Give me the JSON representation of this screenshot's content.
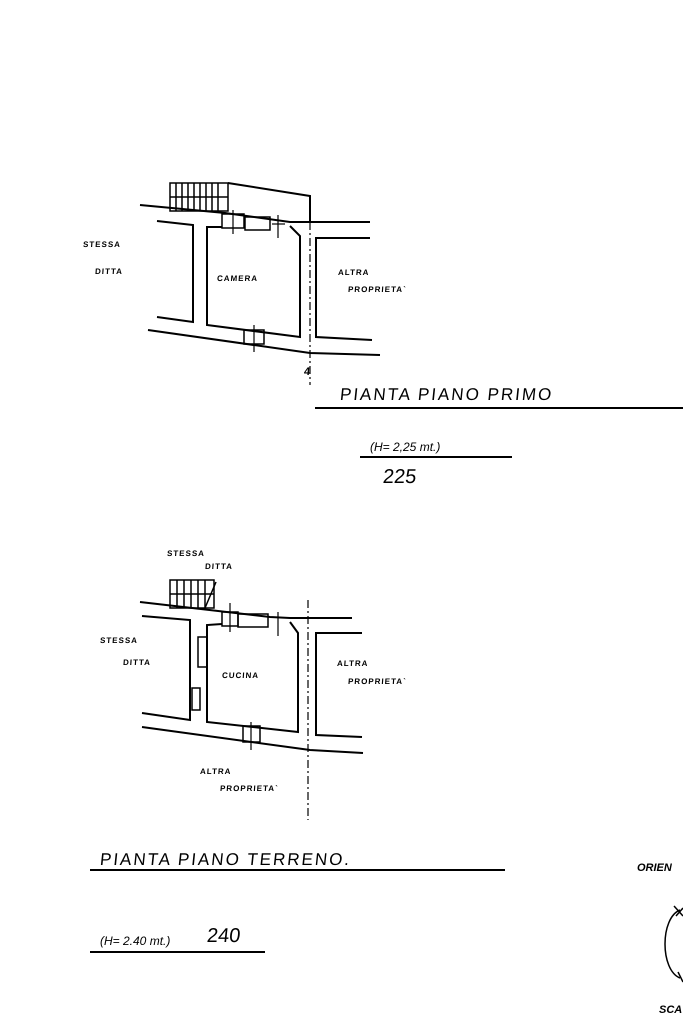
{
  "first_floor": {
    "room": "CAMERA",
    "left_neighbor": [
      "STESSA",
      "DITTA"
    ],
    "right_neighbor": [
      "ALTRA",
      "PROPRIETA`"
    ],
    "section_mark": "4",
    "title": "PIANTA PIANO PRIMO",
    "height": "(H= 2,25 mt.)",
    "height_value": "225"
  },
  "ground_floor": {
    "room": "CUCINA",
    "top_neighbor": [
      "STESSA",
      "DITTA"
    ],
    "left_neighbor": [
      "STESSA",
      "DITTA"
    ],
    "right_neighbor": [
      "ALTRA",
      "PROPRIETA`"
    ],
    "bottom_neighbor": [
      "ALTRA",
      "PROPRIETA`"
    ],
    "title": "PIANTA PIANO TERRENO.",
    "height": "(H= 2.40 mt.)",
    "height_value": "240"
  },
  "orientation": {
    "label": "ORIEN",
    "scale_label": "SCA"
  }
}
